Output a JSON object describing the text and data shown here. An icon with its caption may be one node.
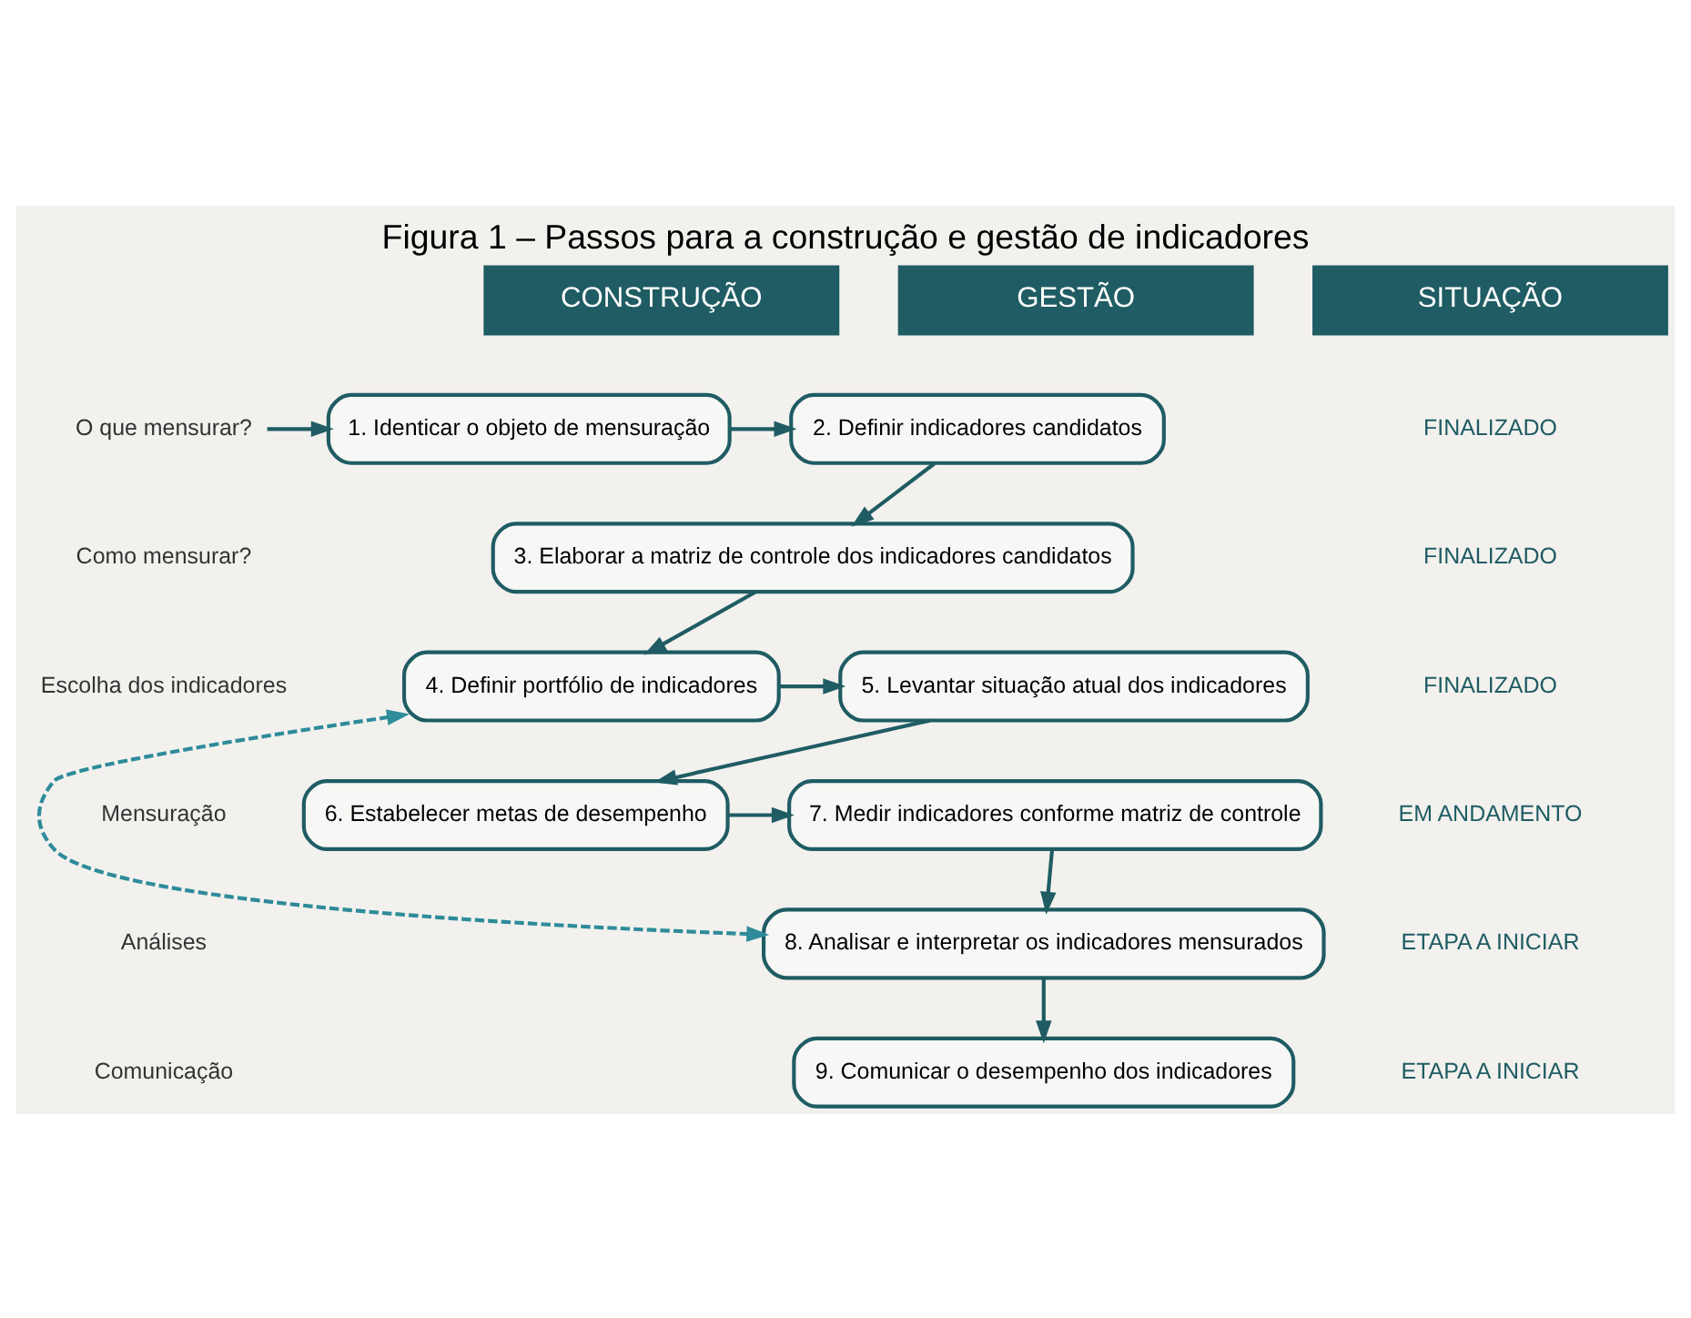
{
  "diagram": {
    "title": "Figura 1 – Passos para a construção e gestão de indicadores",
    "nodes": [
      {
        "text": [
          "CONSTRUÇÃO"
        ]
      },
      {
        "text": [
          "GESTÃO"
        ]
      },
      {
        "text": [
          "SITUAÇÃO"
        ]
      },
      {
        "text": [
          "O que mensurar?"
        ]
      },
      {
        "text": [
          "1. Identicar o objeto de mensuração"
        ]
      },
      {
        "text": [
          "2. Definir indicadores candidatos"
        ]
      },
      {
        "text": [
          "3. Elaborar a matriz de controle dos indicadores candidatos"
        ]
      },
      {
        "text": [
          "4. Definir portfólio de indicadores"
        ]
      },
      {
        "text": [
          "5. Levantar situação atual dos indicadores"
        ]
      },
      {
        "text": [
          "6. Estabelecer metas de desempenho"
        ]
      },
      {
        "text": [
          "7. Medir indicadores conforme matriz de controle"
        ]
      },
      {
        "text": [
          "8. Analisar e interpretar os indicadores mensurados"
        ]
      },
      {
        "text": [
          "9. Comunicar o desempenho dos indicadores"
        ]
      }
    ],
    "edges": [
      {
        "from": 3,
        "to": 4,
        "arrow": "to"
      },
      {
        "from": 4,
        "to": 5,
        "arrow": "to"
      },
      {
        "from": 5,
        "to": 6,
        "arrow": "to"
      },
      {
        "from": 6,
        "to": 7,
        "arrow": "to"
      },
      {
        "from": 7,
        "to": 8,
        "arrow": "to"
      },
      {
        "from": 8,
        "to": 9,
        "arrow": "to"
      },
      {
        "from": 9,
        "to": 10,
        "arrow": "to"
      },
      {
        "from": 10,
        "to": 11,
        "arrow": "to"
      },
      {
        "from": 11,
        "to": 12,
        "arrow": "to"
      },
      {
        "from": 7,
        "to": 11,
        "arrow": "both",
        "style": "dashed",
        "color": "#2e8b9a"
      }
    ],
    "labels": [
      "FINALIZADO",
      "Como mensurar?",
      "FINALIZADO",
      "Escolha dos indicadores",
      "FINALIZADO",
      "Mensuração",
      "EM ANDAMENTO",
      "Análises",
      "ETAPA A INICIAR",
      "Comunicação",
      "ETAPA A INICIAR"
    ]
  }
}
